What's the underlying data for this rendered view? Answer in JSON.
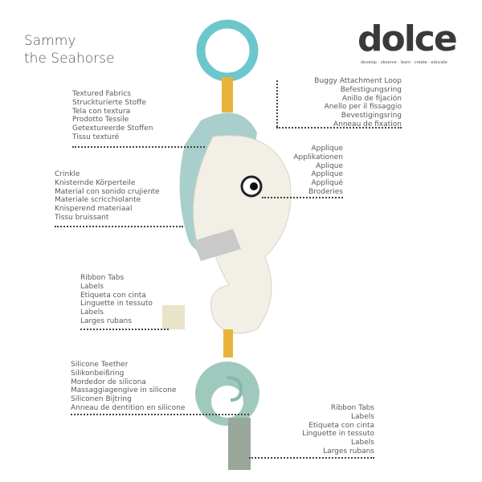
{
  "title": {
    "line1": "Sammy",
    "line2": "the Seahorse"
  },
  "logo": {
    "word": "dolce",
    "tagline": "develop · observe · learn · create · educate"
  },
  "labels": {
    "textured": [
      "Textured Fabrics",
      "Struckturierte Stoffe",
      "Tela con textura",
      "Prodotto Tessile",
      "Getextureerde Stoffen",
      "Tissu texturé"
    ],
    "crinkle": [
      "Crinkle",
      "Knisternde Körperteile",
      "Material con sonido crujiente",
      "Materiale scricchiolante",
      "Knisperend materiaal",
      "Tissu bruissant"
    ],
    "ribbon_left": [
      "Ribbon Tabs",
      "Labels",
      "Etiqueta con cinta",
      "Linguette in tessuto",
      "Labels",
      "Larges rubans"
    ],
    "teether": [
      "Silicone Teether",
      "Silikonbeißring",
      "Mordedor de silicona",
      "Massaggiagengive in silicone",
      "Siliconen Bijtring",
      "Anneau de dentition en silicone"
    ],
    "loop": [
      "Buggy Attachment Loop",
      "Befestigungsring",
      "Anillo de fijación",
      "Anello per il fissaggio",
      "Bevestigingsring",
      "Anneau de fixation"
    ],
    "applique": [
      "Applique",
      "Applikationen",
      "Aplique",
      "Applique",
      "Appliqué",
      "Broderies"
    ],
    "ribbon_right": [
      "Ribbon Tabs",
      "Labels",
      "Etiqueta con cinta",
      "Linguette in tessuto",
      "Labels",
      "Larges rubans"
    ]
  },
  "colors": {
    "ring": "#6cc7cc",
    "teether": "#9fc9bd",
    "ribbon": "#e9b23a",
    "body": "#f1efe6",
    "mane": "#a9cfcc"
  }
}
